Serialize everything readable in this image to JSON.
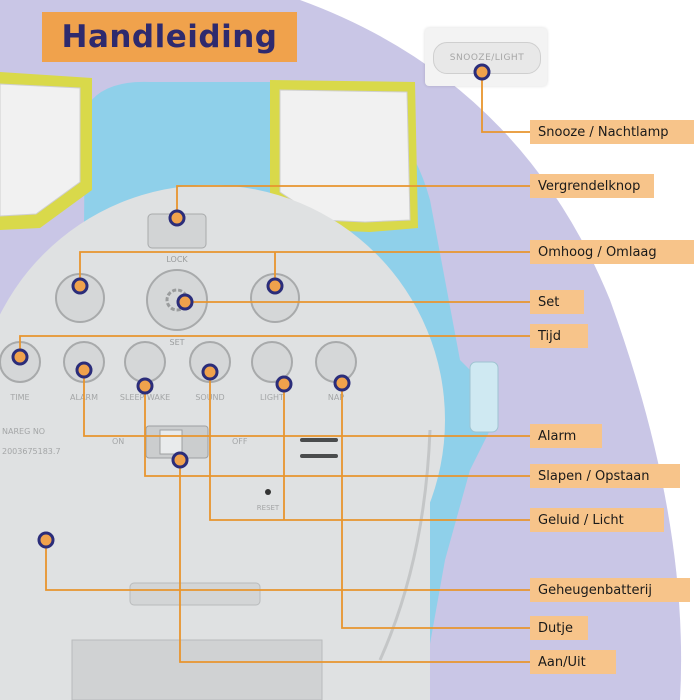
{
  "title": "Handleiding",
  "snooze_button_text": "SNOOZE/LIGHT",
  "device": {
    "buttons": {
      "lock": "LOCK",
      "set": "SET",
      "time": "TIME",
      "alarm": "ALARM",
      "sleep_wake": "SLEEP WAKE",
      "sound": "SOUND",
      "light": "LIGHT",
      "nap": "NAP"
    },
    "switch_on": "ON",
    "switch_off": "OFF",
    "reset": "RESET",
    "reg_no": "NAREG NO",
    "serial": "2003675183.7"
  },
  "labels": [
    "Snooze / Nachtlamp",
    "Vergrendelknop",
    "Omhoog / Omlaag",
    "Set",
    "Tijd",
    "Alarm",
    "Slapen / Opstaan",
    "Geluid / Licht",
    "Geheugenbatterij",
    "Dutje",
    "Aan/Uit"
  ],
  "colors": {
    "title_bg": "#f0a24c",
    "title_text": "#2e2a6e",
    "label_bg": "#f7c48a",
    "leader_line": "#e8952e",
    "marker_fill": "#f0a24c",
    "marker_ring": "#2b2d7a",
    "background_curve": "#c9c6e6",
    "device_body": "#dfe1e2",
    "device_accent": "#8fd0ea",
    "device_frame": "#d9d94a"
  }
}
